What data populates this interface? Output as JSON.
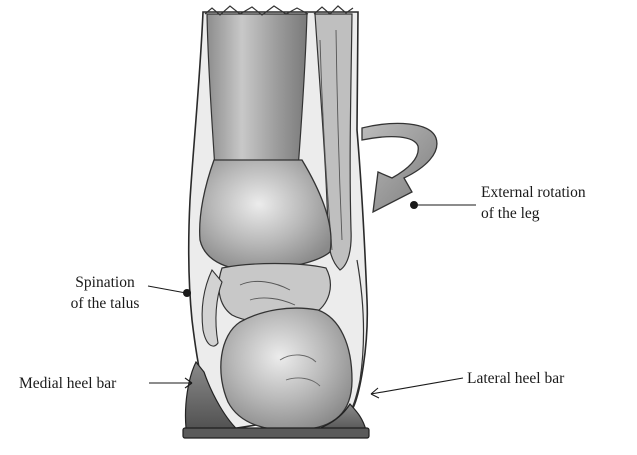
{
  "labels": {
    "external_rotation": [
      "External rotation",
      "of the leg"
    ],
    "supination": [
      "Spination",
      "of the talus"
    ],
    "medial_heel_bar": "Medial heel bar",
    "lateral_heel_bar": "Lateral heel bar"
  },
  "colors": {
    "ink": "#1a1a1a",
    "bone_dark": "#7d7d7d",
    "bone_mid": "#b4b4b4",
    "bone_light": "#e2e2e2",
    "heel_bar": "#6f6f6f"
  }
}
